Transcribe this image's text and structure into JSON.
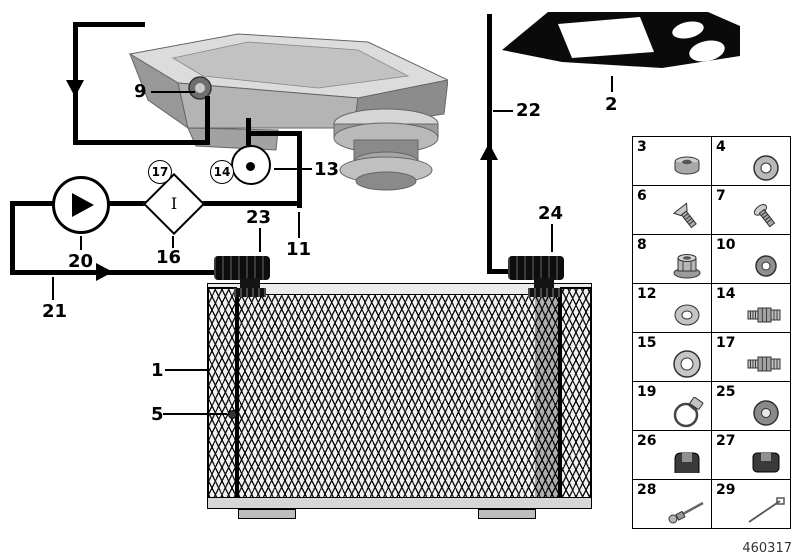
{
  "doc": {
    "drawing_number": "460317"
  },
  "schematic": {
    "filter_symbol_text": "I",
    "callouts": {
      "radiator": "1",
      "heat_shield": "2",
      "radiator_screw": "5",
      "engine_fitting": "9",
      "feed_pipe": "11",
      "connection_detail": "13",
      "filter": "16",
      "circled_17": "17",
      "circled_14": "14",
      "pump": "20",
      "suction_pipe": "21",
      "return_hose": "22",
      "left_fitting": "23",
      "right_fitting": "24"
    }
  },
  "parts_table": {
    "cells": [
      {
        "number": "3",
        "icon": "grommet"
      },
      {
        "number": "4",
        "icon": "seal-ring"
      },
      {
        "number": "6",
        "icon": "countersunk-screw"
      },
      {
        "number": "7",
        "icon": "pan-screw"
      },
      {
        "number": "8",
        "icon": "flange-nut"
      },
      {
        "number": "10",
        "icon": "washer"
      },
      {
        "number": "12",
        "icon": "seal-washer"
      },
      {
        "number": "14",
        "icon": "male-fitting"
      },
      {
        "number": "15",
        "icon": "washer-large"
      },
      {
        "number": "17",
        "icon": "male-fitting"
      },
      {
        "number": "19",
        "icon": "hose-clamp"
      },
      {
        "number": "25",
        "icon": "grommet-washer"
      },
      {
        "number": "26",
        "icon": "clip"
      },
      {
        "number": "27",
        "icon": "clip"
      },
      {
        "number": "28",
        "icon": "rivet"
      },
      {
        "number": "29",
        "icon": "cable-tie"
      }
    ]
  }
}
